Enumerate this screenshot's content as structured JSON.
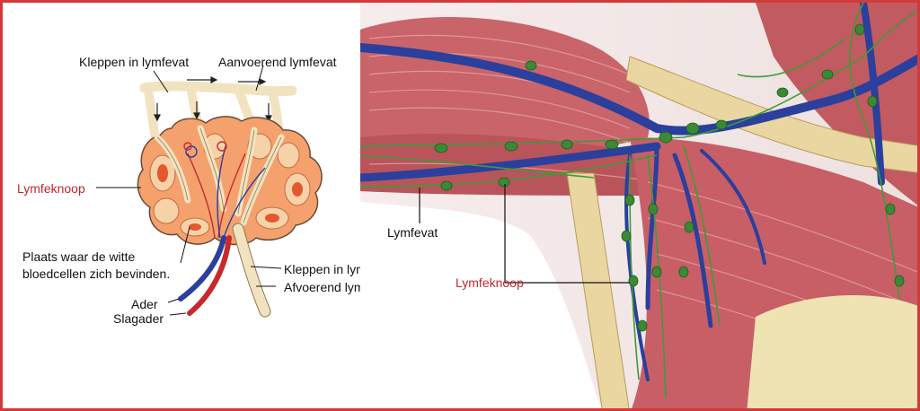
{
  "labels": {
    "valves_top": "Kleppen in lymfevat",
    "afferent": "Aanvoerend lymfevat",
    "node_left": "Lymfeknoop",
    "white_cells": "Plaats waar de witte bloedcellen zich bevinden.",
    "vein": "Ader",
    "artery": "Slagader",
    "valves_bottom": "Kleppen in lymfevat",
    "efferent": "Afvoerend lymfevat",
    "vessel_right": "Lymfevat",
    "node_right": "Lymfeknoop"
  },
  "colors": {
    "frame": "#d23a3a",
    "label_red": "#c0282d",
    "lymph_vessel": "#f1e3bf",
    "node_tissue": "#f4a16e",
    "node_core": "#f7d2a8",
    "vein": "#2b3f9c",
    "artery": "#c8282d",
    "muscle": "#c9646a",
    "lymph_green": "#3f9a3a",
    "bone": "#e9d6a0"
  }
}
